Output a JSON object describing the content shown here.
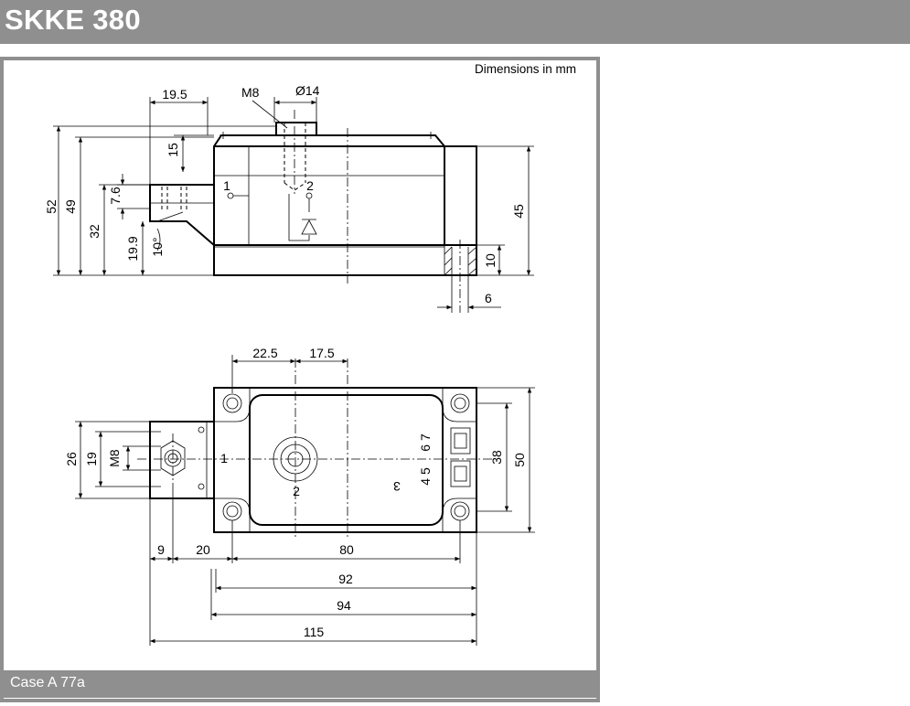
{
  "title": "SKKE 380",
  "dimensions_note": "Dimensions in mm",
  "footer": "Case A 77a",
  "side_view": {
    "dims": {
      "d19_5": "19.5",
      "m8": "M8",
      "d14": "Ø14",
      "d52": "52",
      "d49": "49",
      "d32": "32",
      "d15": "15",
      "d7_6": "7.6",
      "d19_9": "19.9",
      "a10": "10°",
      "d45": "45",
      "d10": "10",
      "d6": "6"
    },
    "terminal_1": "1",
    "terminal_2": "2"
  },
  "top_view": {
    "dims": {
      "d22_5": "22.5",
      "d17_5": "17.5",
      "d26": "26",
      "d19": "19",
      "m8": "M8",
      "d38": "38",
      "d50": "50",
      "d9": "9",
      "d20": "20",
      "d80": "80",
      "d92": "92",
      "d94": "94",
      "d115": "115"
    },
    "label_1": "1",
    "label_2": "2",
    "label_3": "3",
    "pins_top": "6 7",
    "pins_bottom": "4 5"
  }
}
